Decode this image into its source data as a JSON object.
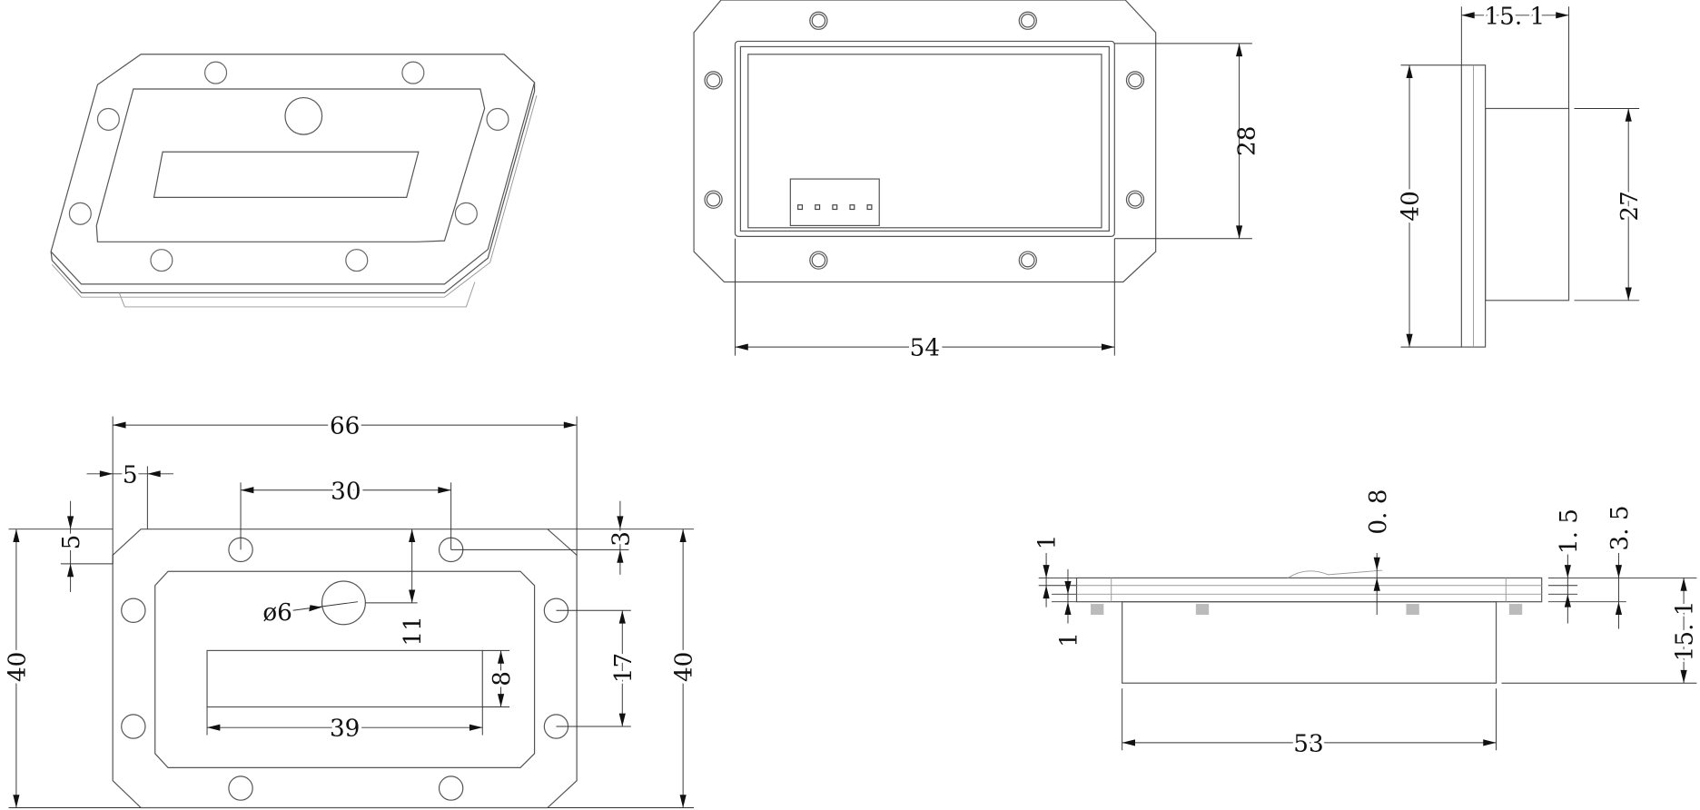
{
  "views": {
    "front": {
      "dim_height": "28",
      "dim_width": "54",
      "connector_pins": 5
    },
    "side": {
      "dim_depth": "15. 1",
      "dim_height": "40",
      "dim_body_height": "27"
    },
    "bottom_left": {
      "dim_total_width": "66",
      "dim_edge_x": "5",
      "dim_hole_spacing": "30",
      "dim_edge_y": "5",
      "dim_hole_offset": "3",
      "dim_height_left": "40",
      "dim_height_right": "40",
      "dim_hole_center": "11",
      "dim_side_holes": "17",
      "dim_window_height": "8",
      "dim_window_width": "39",
      "dim_hole_diameter": "ø6"
    },
    "bottom_right": {
      "dim_top": "0. 8",
      "dim_1a": "1",
      "dim_1b": "1",
      "dim_15": "1. 5",
      "dim_35": "3. 5",
      "dim_total": "15. 1",
      "dim_width": "53"
    }
  }
}
